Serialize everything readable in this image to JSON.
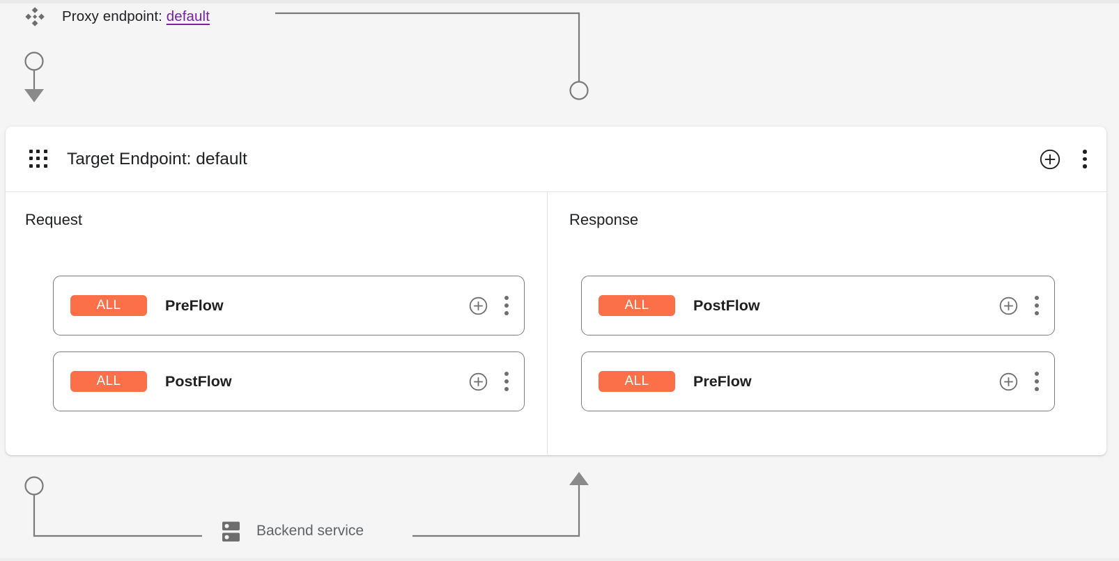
{
  "proxy": {
    "icon": "proxy-diamond-icon",
    "label_prefix": "Proxy endpoint: ",
    "link_text": "default",
    "link_color": "#7b1fa2"
  },
  "panel": {
    "icon": "apps-grid-icon",
    "title": "Target Endpoint: default",
    "actions": {
      "add": "add-circle-icon",
      "menu": "more-vert-icon"
    }
  },
  "columns": [
    {
      "name": "request",
      "title": "Request",
      "flows": [
        {
          "badge": "ALL",
          "label": "PreFlow",
          "badge_color": "#fb7049"
        },
        {
          "badge": "ALL",
          "label": "PostFlow",
          "badge_color": "#fb7049"
        }
      ]
    },
    {
      "name": "response",
      "title": "Response",
      "flows": [
        {
          "badge": "ALL",
          "label": "PostFlow",
          "badge_color": "#fb7049"
        },
        {
          "badge": "ALL",
          "label": "PreFlow",
          "badge_color": "#fb7049"
        }
      ]
    }
  ],
  "backend": {
    "icon": "server-icon",
    "label": "Backend service"
  },
  "theme": {
    "background": "#f5f5f5",
    "panel_background": "#ffffff",
    "connector_color": "#7a7a7a",
    "text_primary": "#202124",
    "text_secondary": "#5f6368"
  }
}
